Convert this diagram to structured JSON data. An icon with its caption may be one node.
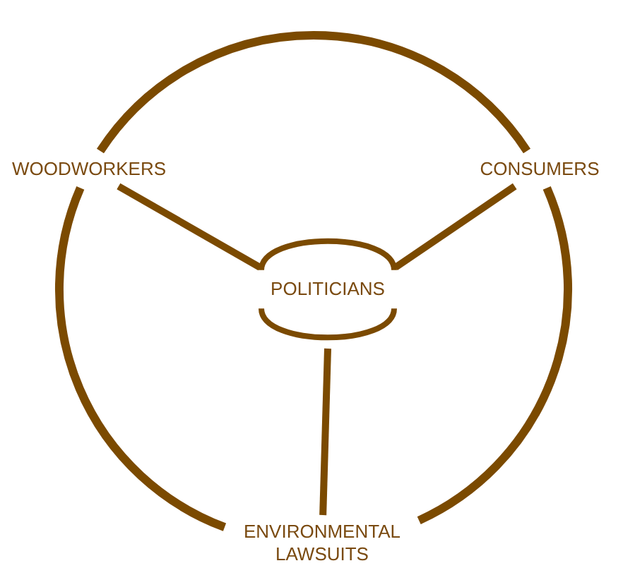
{
  "diagram": {
    "nodes": [
      {
        "text": [
          "WOODWORKERS"
        ]
      },
      {
        "text": [
          "CONSUMERS"
        ]
      },
      {
        "text": [
          "POLITICIANS"
        ]
      },
      {
        "text": [
          "ENVIRONMENTAL LAWSUITS"
        ]
      }
    ],
    "edges": [
      {
        "from": 0,
        "to": 2,
        "arrow": "none"
      },
      {
        "from": 1,
        "to": 2,
        "arrow": "none"
      },
      {
        "from": 3,
        "to": 2,
        "arrow": "none"
      },
      {
        "from": 0,
        "to": 1,
        "arrow": "none"
      },
      {
        "from": 1,
        "to": 3,
        "arrow": "none"
      },
      {
        "from": 3,
        "to": 0,
        "arrow": "none"
      }
    ]
  }
}
